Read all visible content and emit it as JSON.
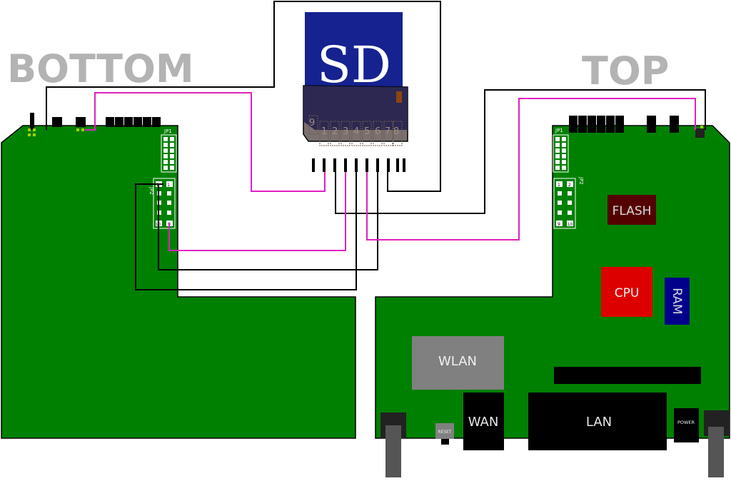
{
  "headings": {
    "bottom": "BOTTOM",
    "top": "TOP"
  },
  "sd_card": {
    "label": "SD",
    "pins": [
      "9",
      "1",
      "2",
      "3",
      "4",
      "5",
      "6",
      "7",
      "8"
    ]
  },
  "bottom_board": {
    "jp1": "JP1",
    "jp2": "JP2",
    "jp2_pins": [
      "2",
      "1",
      "10",
      "9"
    ]
  },
  "top_board": {
    "jp1": "JP1",
    "jp2": "JP2",
    "jp2_pins": [
      "1",
      "2",
      "9",
      "10"
    ],
    "components": {
      "flash": "FLASH",
      "cpu": "CPU",
      "ram": "RAM",
      "wlan": "WLAN",
      "wan": "WAN",
      "lan": "LAN",
      "reset": "RESET",
      "power": "POWER"
    }
  },
  "colors": {
    "board_green": "#008000",
    "wire_magenta": "#e020c0",
    "wire_black": "#000000",
    "sd_blue": "#152290",
    "sd_slot": "#25224e",
    "heading_gray": "#b3b3b3",
    "flash": "#550000",
    "cpu": "#dd0000",
    "ram": "#00008b",
    "wlan": "#808080",
    "pad_yellow": "#a0d000"
  }
}
